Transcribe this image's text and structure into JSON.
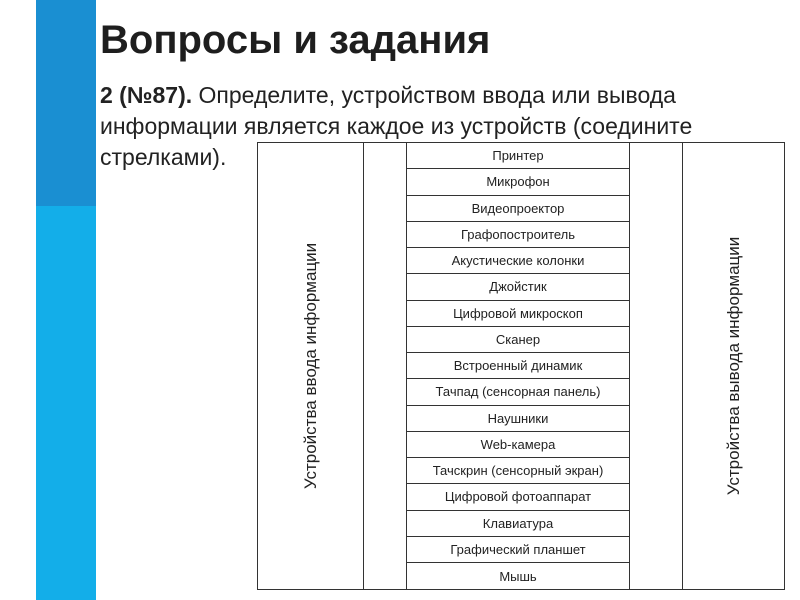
{
  "title": "Вопросы и задания",
  "task": {
    "number": "2 (№87).",
    "text": " Определите, устройством ввода или вывода информации является каждое из устройств (соедините стрелками)."
  },
  "table": {
    "input_label": "Устройства ввода информации",
    "output_label": "Устройства вывода информации",
    "devices": [
      "Принтер",
      "Микрофон",
      "Видеопроектор",
      "Графопостроитель",
      "Акустические колонки",
      "Джойстик",
      "Цифровой микроскоп",
      "Сканер",
      "Встроенный динамик",
      "Тачпад (сенсорная панель)",
      "Наушники",
      "Web-камера",
      "Тачскрин (сенсорный экран)",
      "Цифровой фотоаппарат",
      "Клавиатура",
      "Графический планшет",
      "Мышь"
    ]
  },
  "colors": {
    "sidebar_dark": "#1a8fd2",
    "sidebar_light": "#13aee9"
  }
}
